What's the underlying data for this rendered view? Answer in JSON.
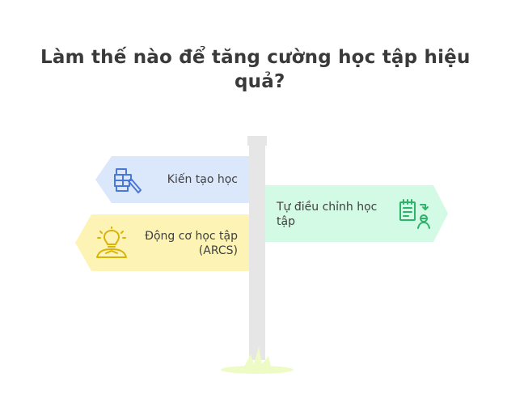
{
  "title": {
    "line1": "Làm thế nào để tăng cường học tập hiệu",
    "line2": "quả?"
  },
  "signs": [
    {
      "line1": "Kiến tạo học",
      "line2": "",
      "icon": "blocks-icon",
      "color": "#dbe7fb",
      "icon_color": "#4a78d8"
    },
    {
      "line1": "Động cơ học tập",
      "line2": "(ARCS)",
      "icon": "lightbulb-person-icon",
      "color": "#fdf3b4",
      "icon_color": "#d8b40a"
    },
    {
      "line1": "Tự điều chỉnh học",
      "line2": "tập",
      "icon": "clipboard-person-icon",
      "color": "#d2fae4",
      "icon_color": "#2fb36a"
    }
  ]
}
